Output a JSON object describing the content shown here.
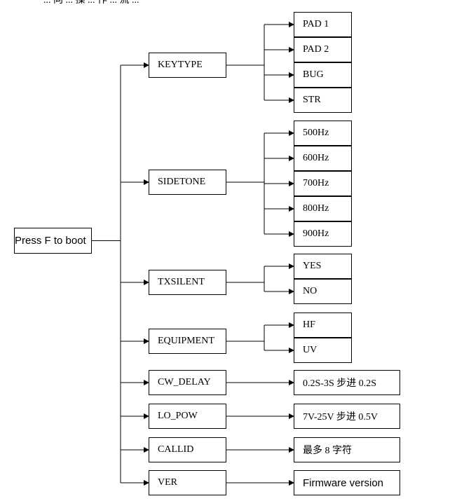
{
  "root": {
    "label": "Press F to boot"
  },
  "top_cut_text": "... 向 ... 操 ... 作 ... 流 ...",
  "menu": [
    {
      "id": "keytype",
      "label": "KEYTYPE",
      "options": [
        "PAD 1",
        "PAD 2",
        "BUG",
        "STR"
      ]
    },
    {
      "id": "sidetone",
      "label": "SIDETONE",
      "options": [
        "500Hz",
        "600Hz",
        "700Hz",
        "800Hz",
        "900Hz"
      ]
    },
    {
      "id": "txsilent",
      "label": "TXSILENT",
      "options": [
        "YES",
        "NO"
      ]
    },
    {
      "id": "equipment",
      "label": "EQUIPMENT",
      "options": [
        "HF",
        "UV"
      ]
    },
    {
      "id": "cw_delay",
      "label": "CW_DELAY",
      "options": [
        "0.2S-3S  步进 0.2S"
      ]
    },
    {
      "id": "lo_pow",
      "label": "LO_POW",
      "options": [
        "7V-25V  步进 0.5V"
      ]
    },
    {
      "id": "callid",
      "label": "CALLID",
      "options": [
        "最多 8 字符"
      ]
    },
    {
      "id": "ver",
      "label": "VER",
      "options": [
        "Firmware version"
      ]
    }
  ]
}
